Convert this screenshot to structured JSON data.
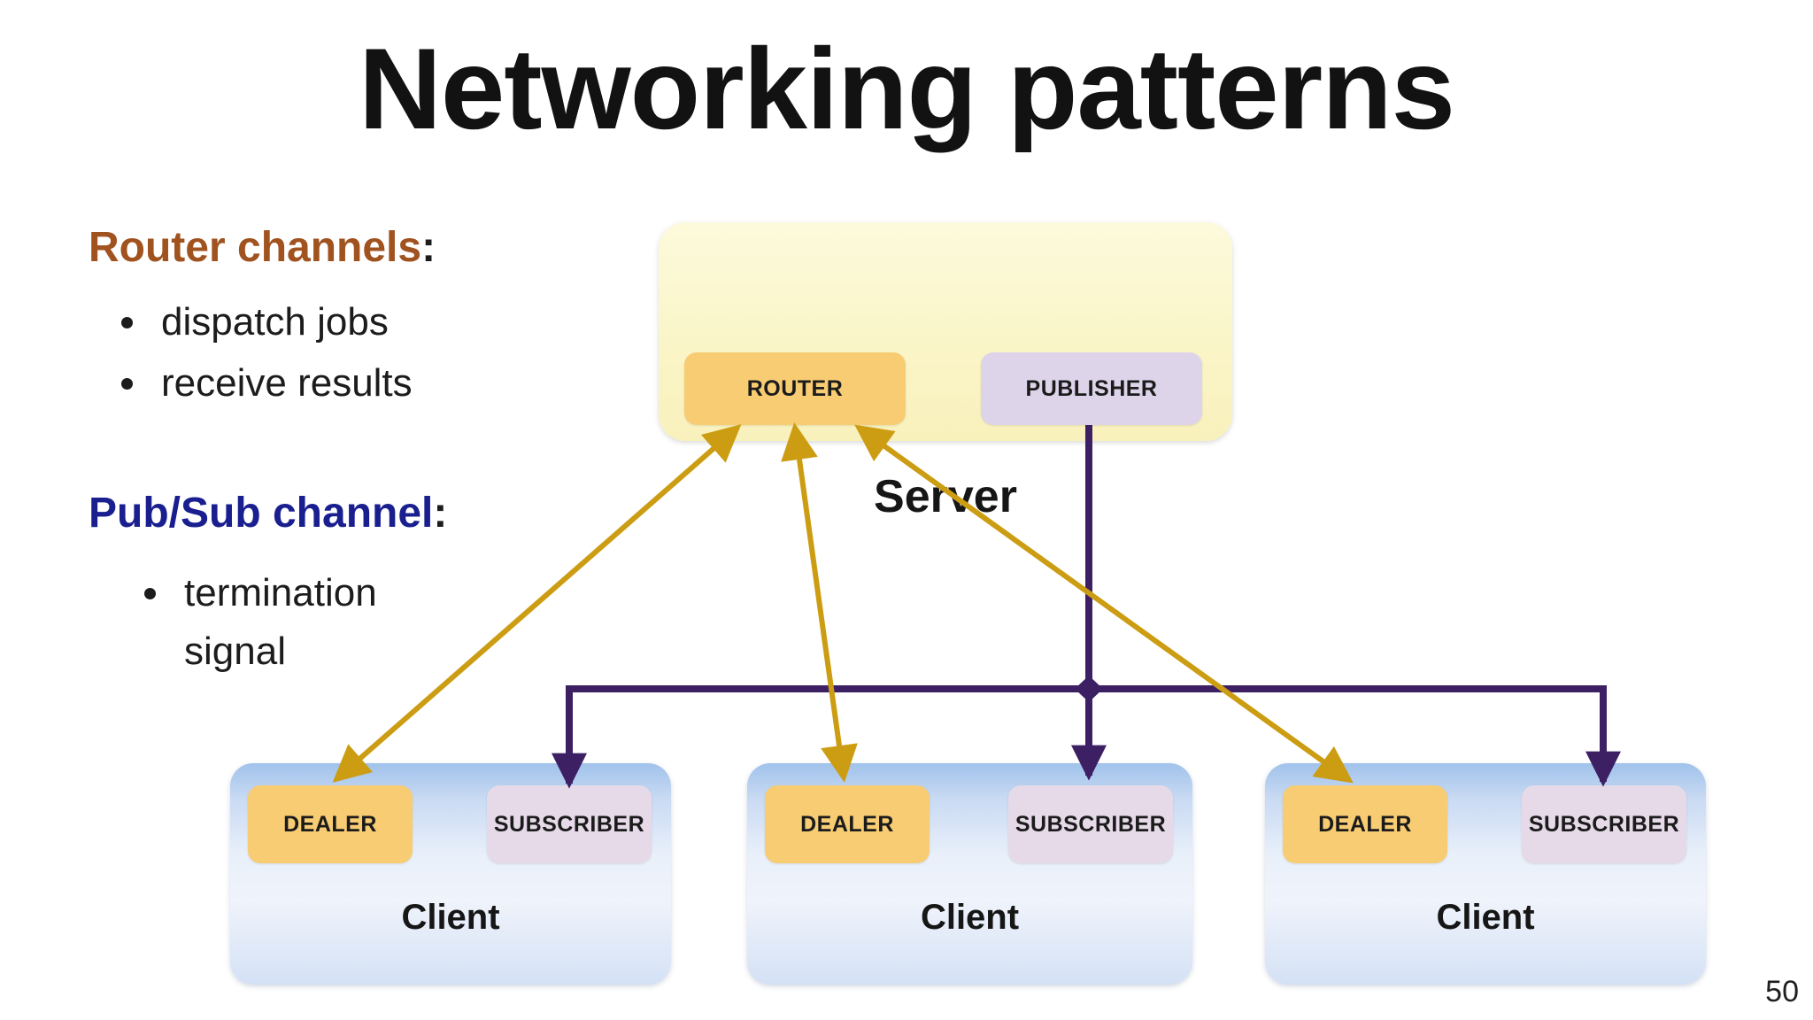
{
  "slide": {
    "title": "Networking patterns",
    "page_number": "50",
    "background_color": "#FFFFFF"
  },
  "notes": [
    {
      "heading": "Router channels",
      "colon": ":",
      "heading_color": "#A0521F",
      "items": [
        "dispatch jobs",
        "receive results"
      ]
    },
    {
      "heading": "Pub/Sub channel",
      "colon": ":",
      "heading_color": "#1A1F90",
      "items": [
        "termination signal"
      ]
    }
  ],
  "diagram": {
    "server": {
      "label": "Server",
      "router_socket": "ROUTER",
      "publisher_socket": "PUBLISHER"
    },
    "clients": [
      {
        "label": "Client",
        "dealer_socket": "DEALER",
        "subscriber_socket": "SUBSCRIBER"
      },
      {
        "label": "Client",
        "dealer_socket": "DEALER",
        "subscriber_socket": "SUBSCRIBER"
      },
      {
        "label": "Client",
        "dealer_socket": "DEALER",
        "subscriber_socket": "SUBSCRIBER"
      }
    ],
    "colors": {
      "router_dealer_arrows": "#CC9D13",
      "pubsub_arrows": "#3D2064",
      "router_fill": "#F8CC72",
      "dealer_fill": "#F8CC72",
      "publisher_fill": "#DDD4EA",
      "subscriber_fill": "#E6DAE9",
      "server_fill": "#FAF6CC",
      "client_fill": "#A4C4EC"
    }
  }
}
